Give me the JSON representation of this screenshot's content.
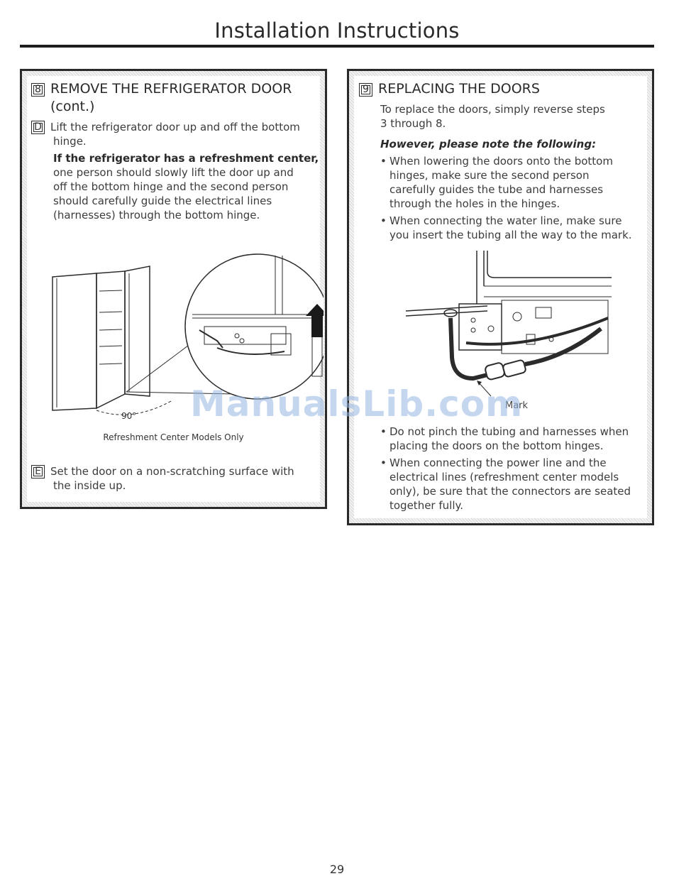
{
  "page": {
    "title": "Installation Instructions",
    "page_number": "29",
    "watermark": "ManualsLib.com"
  },
  "left_section": {
    "step_number": "8",
    "heading_line1": "REMOVE THE REFRIGERATOR DOOR",
    "heading_line2": "(cont.)",
    "step_d": {
      "letter": "D",
      "line1": "Lift the refrigerator door up and off the bottom",
      "line2": "hinge.",
      "bold_lead": "If the refrigerator has a refreshment center,",
      "line3": "one person should slowly lift the door up and",
      "line4": "off the bottom hinge and the second person",
      "line5": "should carefully guide the electrical lines",
      "line6": "(harnesses) through the bottom hinge."
    },
    "figure_angle": "90°",
    "figure_caption": "Refreshment Center Models Only",
    "step_e": {
      "letter": "E",
      "line1": "Set the door on a non-scratching surface with",
      "line2": "the inside up."
    }
  },
  "right_section": {
    "step_number": "9",
    "heading": "REPLACING THE DOORS",
    "intro_line1": "To replace the doors, simply reverse steps",
    "intro_line2": "3 through 8.",
    "note_heading": "However, please note the following:",
    "bullet1": [
      "When lowering the doors onto the bottom",
      "hinges, make sure the second person",
      "carefully guides the tube and harnesses",
      "through the holes in the hinges."
    ],
    "bullet2": [
      "When connecting the water line, make sure",
      "you insert the tubing all the way to the mark."
    ],
    "figure_label": "Mark",
    "bullet3": [
      "Do not pinch the tubing and harnesses when",
      "placing the doors on the bottom hinges."
    ],
    "bullet4": [
      "When connecting the power line and the",
      "electrical lines (refreshment center models",
      "only), be sure that the connectors are seated",
      "together fully."
    ]
  }
}
